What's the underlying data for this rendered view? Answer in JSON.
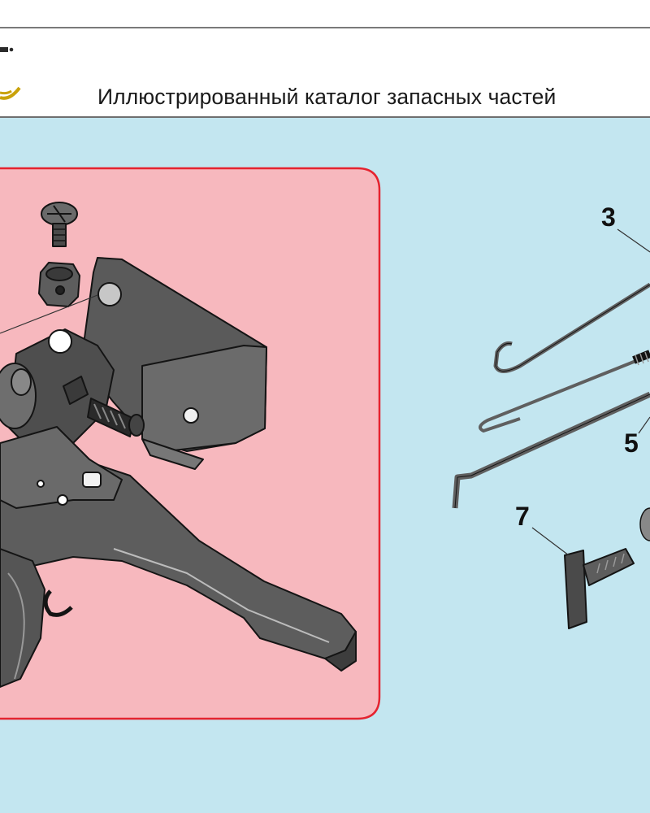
{
  "header": {
    "title": "Иллюстрированный каталог запасных частей"
  },
  "figure": {
    "callouts": [
      "3",
      "5",
      "7"
    ],
    "colors": {
      "background": "#c3e6f0",
      "highlight_panel": "#f7b8be",
      "highlight_border": "#e5232f",
      "part_fill": "#5d5d5d",
      "part_outline": "#141414"
    }
  }
}
